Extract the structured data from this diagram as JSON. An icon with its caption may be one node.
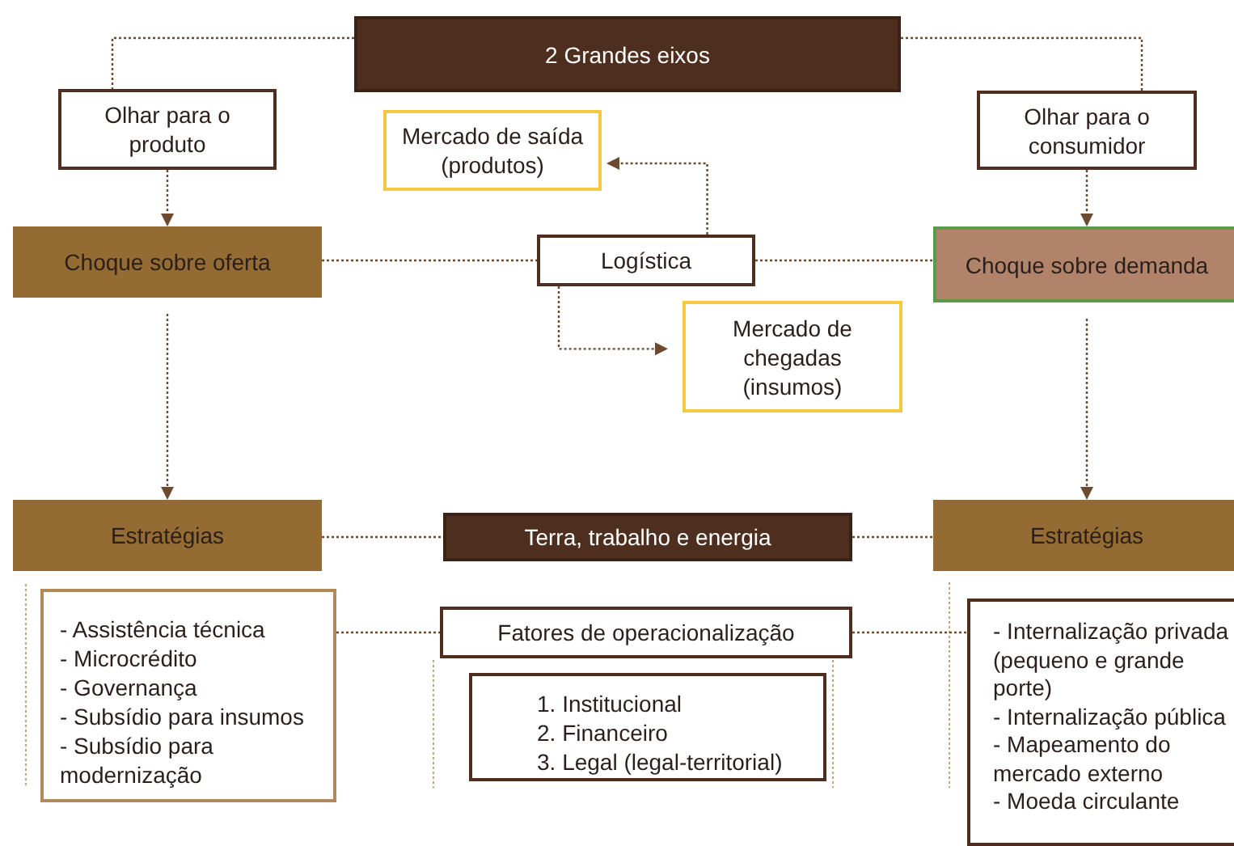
{
  "diagram": {
    "nodes": [
      {
        "text": [
          "2 Grandes eixos"
        ]
      },
      {
        "text": [
          "Olhar para o produto"
        ]
      },
      {
        "text": [
          "Mercado de saída (produtos)"
        ]
      },
      {
        "text": [
          "Olhar para o consumidor"
        ]
      },
      {
        "text": [
          "Choque sobre oferta"
        ]
      },
      {
        "text": [
          "Logística"
        ]
      },
      {
        "text": [
          "Choque sobre demanda"
        ]
      },
      {
        "text": [
          "Mercado de chegadas (insumos)"
        ]
      },
      {
        "text": [
          "Estratégias"
        ]
      },
      {
        "text": [
          "Terra, trabalho e energia"
        ]
      },
      {
        "text": [
          "Estratégias"
        ]
      },
      {
        "text": [
          "- Assistência técnica",
          "- Microcrédito",
          "- Governança",
          "- Subsídio para insumos",
          "- Subsídio para modernização"
        ]
      },
      {
        "text": [
          "Fatores de operacionalização"
        ]
      },
      {
        "text": [
          "1. Institucional",
          "2. Financeiro",
          "3. Legal (legal-territorial)"
        ]
      },
      {
        "text": [
          "- Internalização privada (pequeno e grande porte)",
          "- Internalização pública",
          "- Mapeamento do mercado externo",
          "- Moeda circulante"
        ]
      }
    ],
    "edges": [
      {
        "from": 0,
        "to": 1,
        "arrow": "none"
      },
      {
        "from": 0,
        "to": 3,
        "arrow": "none"
      },
      {
        "from": 1,
        "to": 4,
        "arrow": "to"
      },
      {
        "from": 3,
        "to": 6,
        "arrow": "to"
      },
      {
        "from": 4,
        "to": 5,
        "arrow": "none"
      },
      {
        "from": 5,
        "to": 6,
        "arrow": "none"
      },
      {
        "from": 5,
        "to": 2,
        "arrow": "to"
      },
      {
        "from": 5,
        "to": 7,
        "arrow": "to"
      },
      {
        "from": 4,
        "to": 8,
        "arrow": "to"
      },
      {
        "from": 6,
        "to": 10,
        "arrow": "to"
      },
      {
        "from": 8,
        "to": 9,
        "arrow": "none"
      },
      {
        "from": 9,
        "to": 10,
        "arrow": "none"
      },
      {
        "from": 11,
        "to": 12,
        "arrow": "none"
      },
      {
        "from": 12,
        "to": 14,
        "arrow": "none"
      }
    ]
  }
}
